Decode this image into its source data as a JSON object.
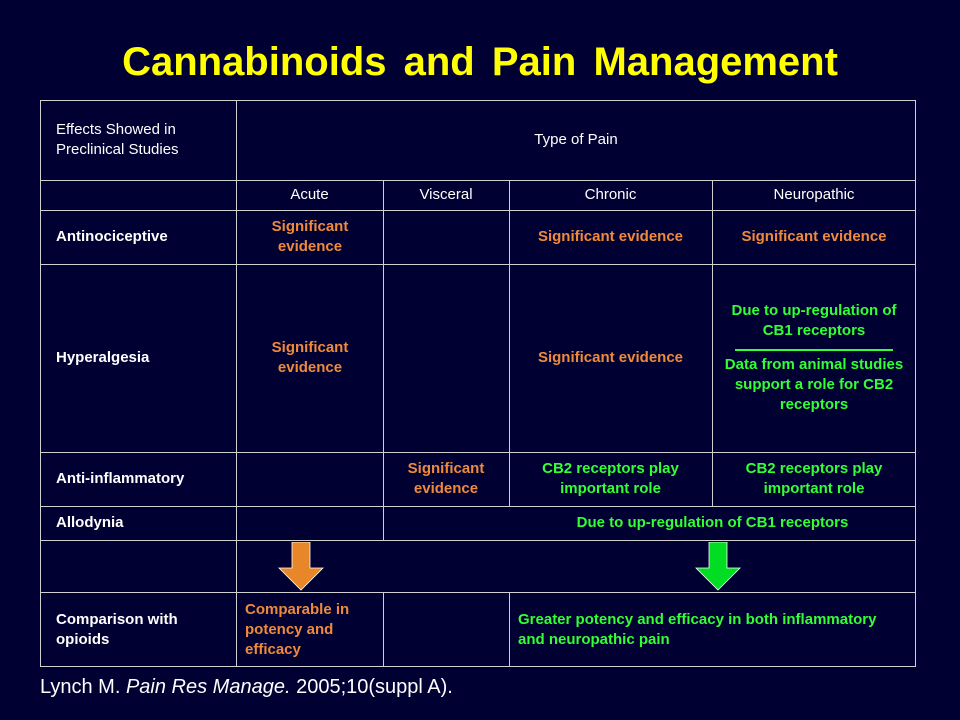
{
  "title": "Cannabinoids and Pain Management",
  "table": {
    "corner_label": "Effects Showed in Preclinical Studies",
    "type_of_pain": "Type of Pain",
    "columns": [
      "Acute",
      "Visceral",
      "Chronic",
      "Neuropathic"
    ],
    "rows": {
      "antinociceptive": {
        "label": "Antinociceptive",
        "acute": "Significant evidence",
        "chronic": "Significant evidence",
        "neuropathic": "Significant evidence"
      },
      "hyperalgesia": {
        "label": "Hyperalgesia",
        "acute": "Significant evidence",
        "chronic": "Significant evidence",
        "neuropathic_top": "Due to up-regulation of CB1 receptors",
        "neuropathic_bottom": "Data from animal studies support a role for CB2 receptors"
      },
      "anti_inflammatory": {
        "label": "Anti-inflammatory",
        "visceral": "Significant evidence",
        "chronic": "CB2 receptors play important role",
        "neuropathic": "CB2 receptors play important role"
      },
      "allodynia": {
        "label": "Allodynia",
        "chronic_neuropathic": "Due to up-regulation of CB1 receptors"
      },
      "comparison": {
        "label": "Comparison with opioids",
        "acute": "Comparable in potency and efficacy",
        "chronic_neuropathic": "Greater potency and efficacy in both inflammatory and neuropathic pain"
      }
    }
  },
  "arrows": [
    {
      "name": "orange-down-arrow",
      "color": "#e8862a"
    },
    {
      "name": "green-down-arrow",
      "color": "#00dd22"
    }
  ],
  "citation": {
    "author": "Lynch M.",
    "journal": "Pain Res Manage.",
    "details": "2005;10(suppl A)."
  }
}
